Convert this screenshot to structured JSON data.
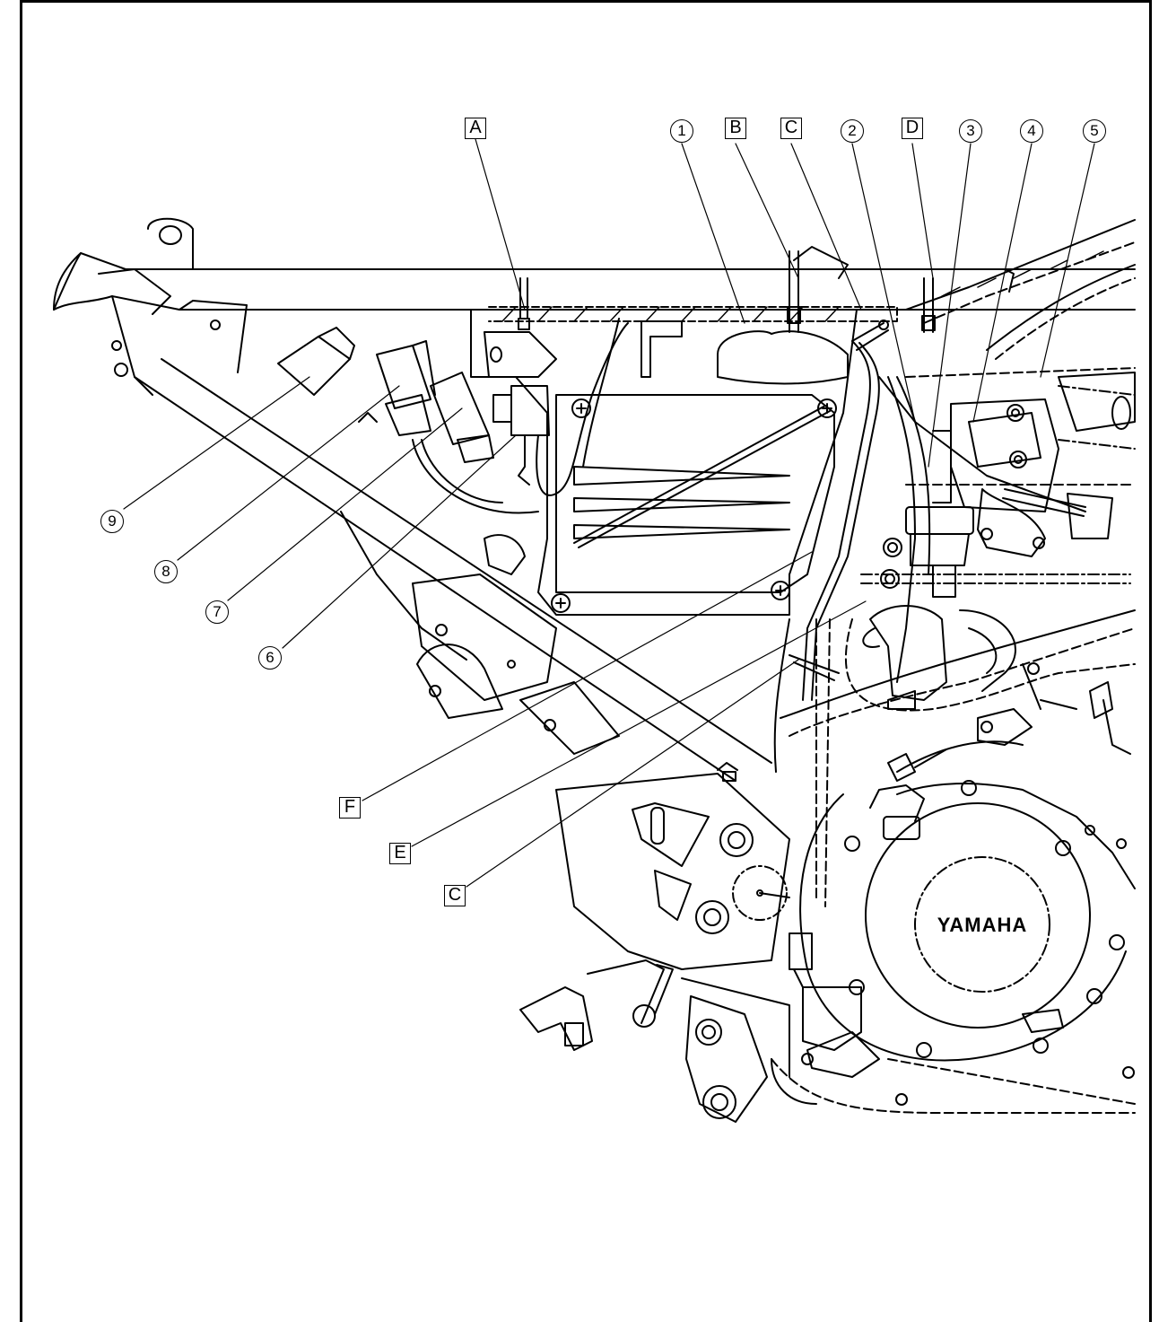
{
  "callouts": {
    "A": "A",
    "B": "B",
    "C": "C",
    "D": "D",
    "E": "E",
    "F": "F",
    "n1": "1",
    "n2": "2",
    "n3": "3",
    "n4": "4",
    "n5": "5",
    "n6": "6",
    "n7": "7",
    "n8": "8",
    "n9": "9"
  },
  "engine": {
    "brand": "YAMAHA"
  }
}
